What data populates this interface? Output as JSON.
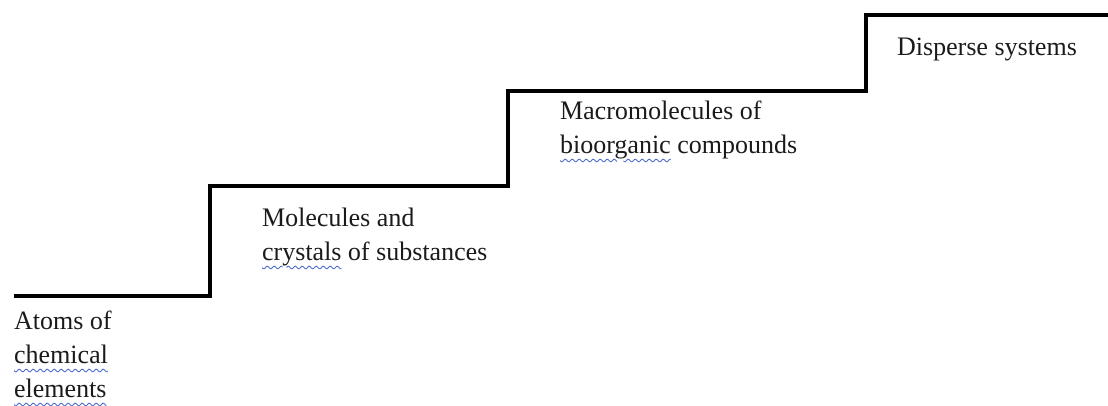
{
  "steps": [
    {
      "lines": [
        "Atoms of",
        "chemical",
        "elements"
      ]
    },
    {
      "lines": [
        "Molecules and",
        "crystals",
        " of substances"
      ]
    },
    {
      "lines": [
        "Macromolecules of",
        "bioorganic",
        " compounds"
      ]
    },
    {
      "lines": [
        "Disperse systems"
      ]
    }
  ],
  "colors": {
    "stair_line": "#000000",
    "spellcheck_underline": "#3c5ec9"
  }
}
